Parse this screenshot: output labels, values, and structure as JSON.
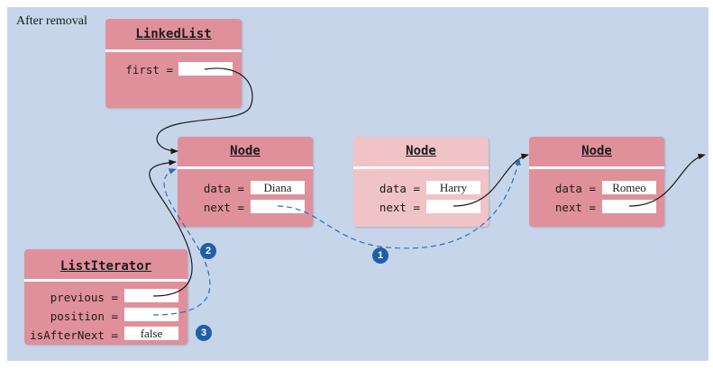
{
  "caption": "After removal",
  "linked_list": {
    "title": "LinkedList",
    "first_label": "first ="
  },
  "nodes": [
    {
      "title": "Node",
      "data_label": "data =",
      "data_value": "Diana",
      "next_label": "next ="
    },
    {
      "title": "Node",
      "data_label": "data =",
      "data_value": "Harry",
      "next_label": "next ="
    },
    {
      "title": "Node",
      "data_label": "data =",
      "data_value": "Romeo",
      "next_label": "next ="
    }
  ],
  "list_iterator": {
    "title": "ListIterator",
    "previous_label": "previous =",
    "position_label": "position =",
    "is_after_next_label": "isAfterNext =",
    "is_after_next_value": "false"
  },
  "badges": [
    "1",
    "2",
    "3"
  ],
  "colors": {
    "background": "#c7d5ea",
    "box": "#e0909a",
    "faded_box": "#f0c3c6",
    "badge": "#1f5fa6",
    "dashed_arrow": "#2f6db5",
    "solid_arrow": "#1a1a1a"
  }
}
